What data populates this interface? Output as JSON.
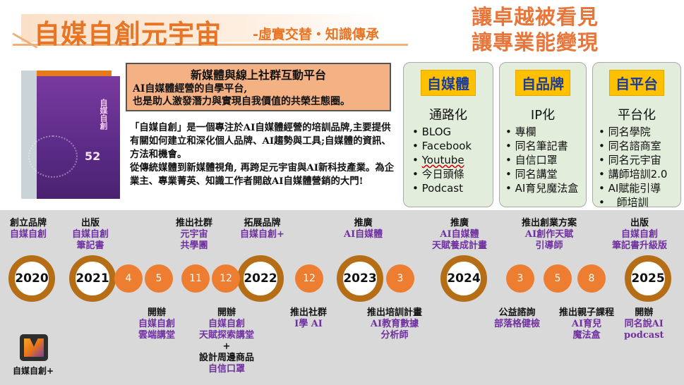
{
  "header": {
    "main_title": "自媒自創元宇宙",
    "sub_title": "-虛實交替・知識傳承",
    "slogan_line1": "讓卓越被看見",
    "slogan_line2": "讓專業能變現"
  },
  "platform": {
    "title": "新媒體與線上社群互動平台",
    "desc_line1": "AI自媒體經營的自學平台,",
    "desc_line2": "也是助人激發潛力與實現自我價值的共榮生態圈。"
  },
  "intro": {
    "p1": "「自媒自創」是一個專注於AI自媒體經營的培訓品牌,主要提供有關如何建立和深化個人品牌、AI趨勢與工具;自媒體的資訊、方法和機會。",
    "p2": "從傳統媒體到新媒體視角, 再跨足元宇宙與AI新科技產業。為企業主、專業菁英、知識工作者開啟AI自媒體營銷的大門!"
  },
  "book": {
    "cover_text": "自媒自創",
    "number": "52"
  },
  "cards": [
    {
      "label": "自媒體",
      "head": "通路化",
      "items": [
        "BLOG",
        "Facebook",
        "Youtube",
        "今日頭條",
        "Podcast"
      ]
    },
    {
      "label": "自品牌",
      "head": "IP化",
      "items": [
        "專欄",
        "同名筆記書",
        "自信口罩",
        "同名講堂",
        "AI育兒魔法盒"
      ]
    },
    {
      "label": "自平台",
      "head": "平台化",
      "items": [
        "同名學院",
        "同名諮商室",
        "同名元宇宙",
        "講師培訓2.0",
        "AI賦能引導",
        "師培訓"
      ]
    }
  ],
  "timeline": {
    "years": [
      "2020",
      "2021",
      "2022",
      "2023",
      "2024",
      "2025"
    ],
    "months": [
      "4",
      "5",
      "11",
      "12",
      "12",
      "3",
      "3",
      "5",
      "8"
    ],
    "events": [
      {
        "t": "創立品牌",
        "d": "自媒自創"
      },
      {
        "t": "出版",
        "d": "自媒自創",
        "d2": "筆記書"
      },
      {
        "t": "推出社群",
        "d": "元宇宙",
        "d2": "共學團"
      },
      {
        "t": "拓展品牌",
        "d": "自媒自創+"
      },
      {
        "t": "推廣",
        "d": "AI自媒體"
      },
      {
        "t": "推廣",
        "d": "AI自媒體",
        "d2": "天賦養成計畫"
      },
      {
        "t": "推出創業方案",
        "d": "AI創作天賦",
        "d2": "引導師"
      },
      {
        "t": "出版",
        "d": "自媒自創",
        "d2": "筆記書升級版"
      },
      {
        "t": "開辦",
        "d": "自媒自創",
        "d2": "雲端講堂"
      },
      {
        "t": "開辦",
        "d": "自媒自創",
        "d2": "天賦探索講堂",
        "plus": "+",
        "t2": "設計周邊商品",
        "d3": "自信口罩"
      },
      {
        "t": "推出社群",
        "d": "I學 AI"
      },
      {
        "t": "推出培訓計畫",
        "d": "AI教育數據",
        "d2": "分析師"
      },
      {
        "t": "公益諮詢",
        "d": "部落格健檢"
      },
      {
        "t": "推出親子課程",
        "d": "AI育兒",
        "d2": "魔法盒"
      },
      {
        "t": "開辦",
        "d": "同名說AI",
        "d2": "podcast"
      }
    ]
  },
  "logo": {
    "text": "自媒自創+"
  },
  "colors": {
    "accent": "#e87524",
    "ring": "#b56e16",
    "dot": "#ed7d31",
    "purple": "#7030a0",
    "label_bg": "#ffc000",
    "label_fg": "#1a3c9a"
  }
}
